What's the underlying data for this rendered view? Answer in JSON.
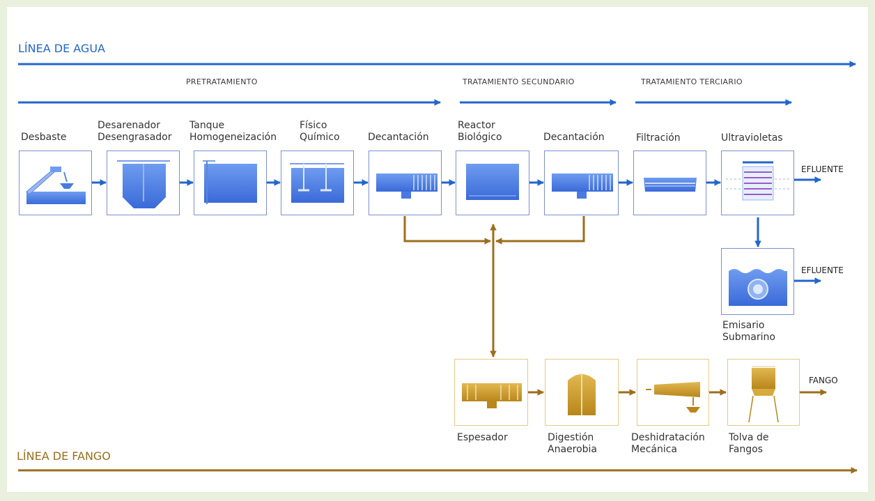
{
  "water_line": {
    "title": "LÍNEA DE AGUA",
    "color": "#2266cc"
  },
  "sludge_line": {
    "title": "LÍNEA DE FANGO",
    "color": "#9c6e1c"
  },
  "sections": {
    "pretreatment": "PRETRATAMIENTO",
    "secondary": "TRATAMIENTO SECUNDARIO",
    "tertiary": "TRATAMIENTO TERCIARIO"
  },
  "water_steps": [
    {
      "label": "Desbaste",
      "icon": "screening-icon"
    },
    {
      "label": "Desarenador\nDesengrasador",
      "icon": "grit-removal-icon"
    },
    {
      "label": "Tanque\nHomogeneización",
      "icon": "homogenization-tank-icon"
    },
    {
      "label": "Físico\nQuímico",
      "icon": "physicochemical-icon"
    },
    {
      "label": "Decantación",
      "icon": "settling-tank-icon"
    },
    {
      "label": "Reactor\nBiológico",
      "icon": "bioreactor-icon"
    },
    {
      "label": "Decantación",
      "icon": "settling-tank-icon"
    },
    {
      "label": "Filtración",
      "icon": "filter-icon"
    },
    {
      "label": "Ultravioletas",
      "icon": "uv-lamp-icon"
    }
  ],
  "outfall": {
    "label": "Emisario\nSubmarino",
    "icon": "submarine-outfall-icon"
  },
  "sludge_steps": [
    {
      "label": "Espesador",
      "icon": "thickener-icon"
    },
    {
      "label": "Digestión\nAnaerobia",
      "icon": "digester-icon"
    },
    {
      "label": "Deshidratación\nMecánica",
      "icon": "dewatering-icon"
    },
    {
      "label": "Tolva de\nFangos",
      "icon": "sludge-hopper-icon"
    }
  ],
  "outputs": {
    "effluent_1": "EFLUENTE",
    "effluent_2": "EFLUENTE",
    "sludge": "FANGO"
  }
}
